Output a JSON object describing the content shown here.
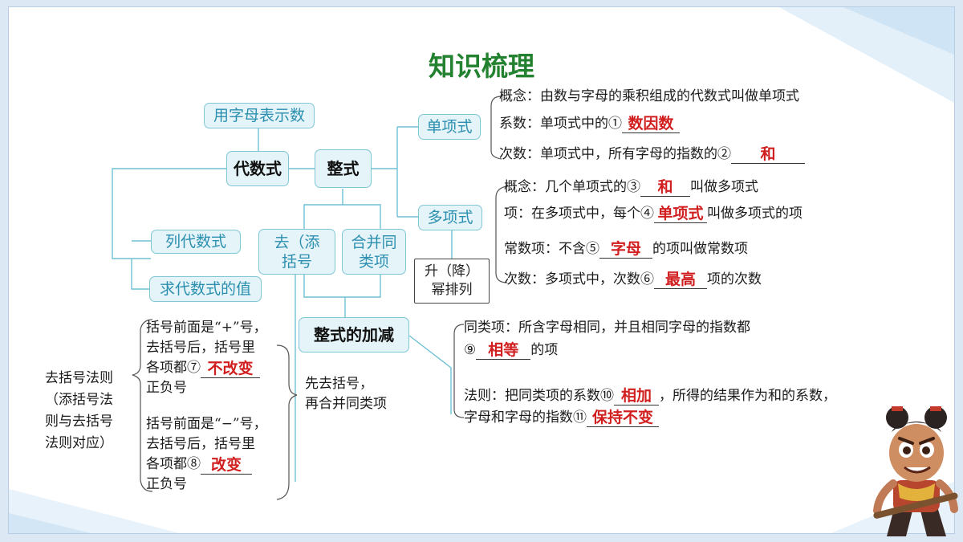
{
  "title": "知识梳理",
  "nodes": {
    "letters": "用字母表示数",
    "algebraic": "代数式",
    "polynomial_general": "整式",
    "monomial": "单项式",
    "polynomial": "多项式",
    "list_expr": "列代数式",
    "eval_expr": "求代数式的值",
    "brackets": [
      "去（添",
      "括号"
    ],
    "combine": [
      "合并同",
      "类项"
    ],
    "order": [
      "升（降）",
      "幂排列"
    ],
    "addsub": "整式的加减"
  },
  "monomial_lines": {
    "concept": "概念：由数与字母的乘积组成的代数式叫做单项式",
    "coef_pre": "系数：单项式中的①",
    "coef_ans": "数因数",
    "degree_pre": "次数：单项式中，所有字母的指数的②",
    "degree_ans": "和"
  },
  "poly_lines": {
    "concept_pre": "概念：几个单项式的③",
    "concept_ans": "和",
    "concept_post": "叫做多项式",
    "term_pre": "项：在多项式中，每个④",
    "term_ans": "单项式",
    "term_post": "叫做多项式的项",
    "const_pre": "常数项：不含⑤",
    "const_ans": "字母",
    "const_post": "的项叫做常数项",
    "degree_pre": "次数：多项式中，次数⑥",
    "degree_ans": "最高",
    "degree_post": "项的次数"
  },
  "like_terms": {
    "line1": "同类项：所含字母相同，并且相同字母的指数都",
    "line2_pre": "⑨",
    "line2_ans": "相等",
    "line2_post": "的项",
    "rule_pre": "法则：把同类项的系数⑩",
    "rule_ans": "相加",
    "rule_post": "，所得的结果作为和的系数，",
    "rule2_pre": "字母和字母的指数⑪",
    "rule2_ans": "保持不变"
  },
  "bracket_rule": {
    "label": [
      "去括号法则",
      "（添括号法",
      "则与去括号",
      "法则对应）"
    ],
    "plus_1": "括号前面是“+”号，",
    "plus_2": "去括号后，括号里",
    "plus_3_pre": "各项都⑦",
    "plus_3_ans": "不改变",
    "plus_4": "正负号",
    "minus_1": "括号前面是“−”号，",
    "minus_2": "去括号后，括号里",
    "minus_3_pre": "各项都⑧",
    "minus_3_ans": "改变",
    "minus_4": "正负号"
  },
  "addsub_note": [
    "先去括号，",
    "再合并同类项"
  ],
  "colors": {
    "title": "#23822f",
    "node_text": "#2c8fb0",
    "node_border": "#7fc6d6",
    "node_bg": "#e4f4f8",
    "answer": "#d11f1f",
    "line": "#6fc0d4"
  },
  "icons": {
    "character": "cartoon-boy-character-icon"
  }
}
